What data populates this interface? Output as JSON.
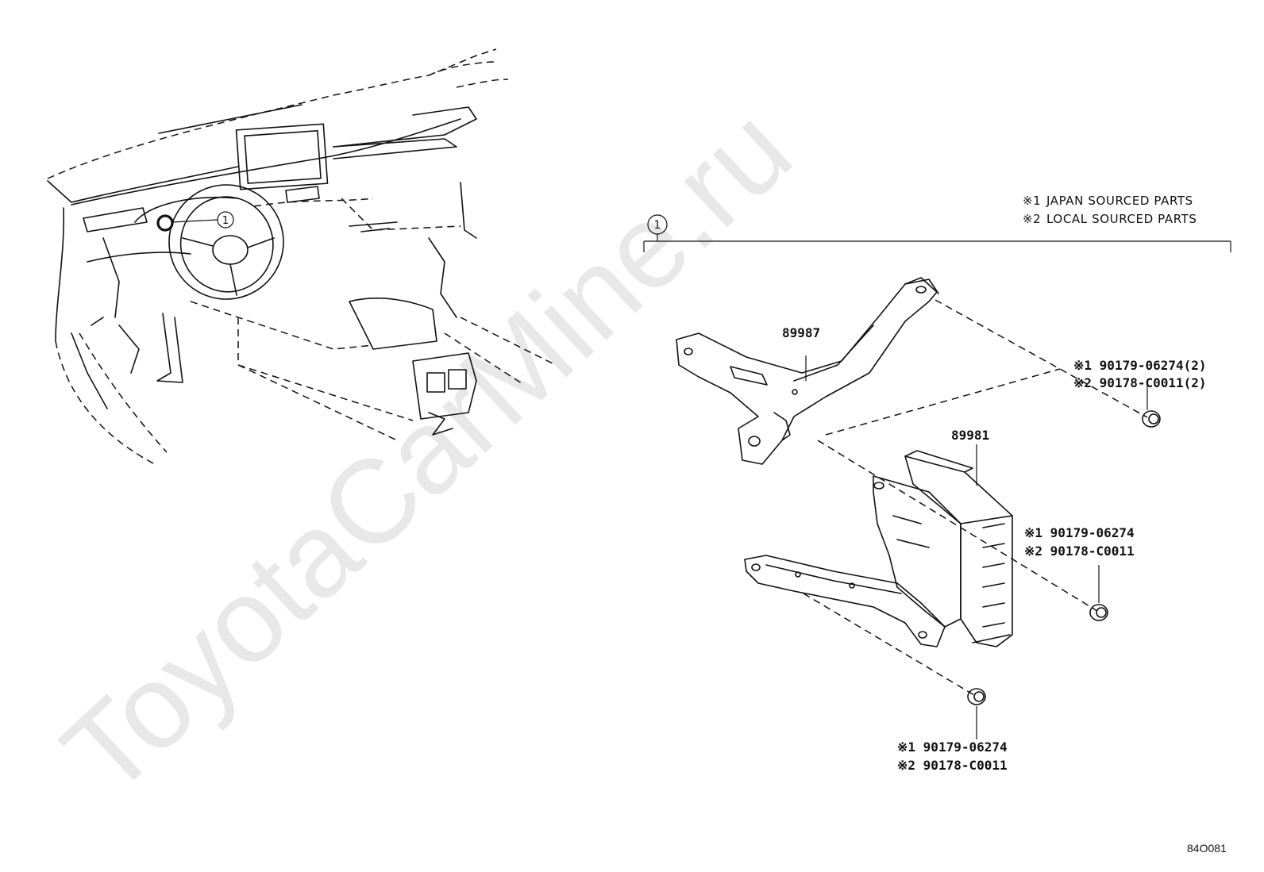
{
  "watermark": "ToyotaCarMine.ru",
  "callout_number": "1",
  "legend": [
    {
      "mark": "※1",
      "text": "JAPAN SOURCED PARTS"
    },
    {
      "mark": "※2",
      "text": "LOCAL SOURCED PARTS"
    }
  ],
  "parts": {
    "bracket_upper": "89987",
    "computer": "89981",
    "nut_upper": {
      "j": "※1 90179-06274(2)",
      "l": "※2 90178-C0011(2)"
    },
    "nut_middle": {
      "j": "※1 90179-06274",
      "l": "※2 90178-C0011"
    },
    "nut_lower": {
      "j": "※1 90179-06274",
      "l": "※2 90178-C0011"
    }
  },
  "diagram_code": "84O081"
}
